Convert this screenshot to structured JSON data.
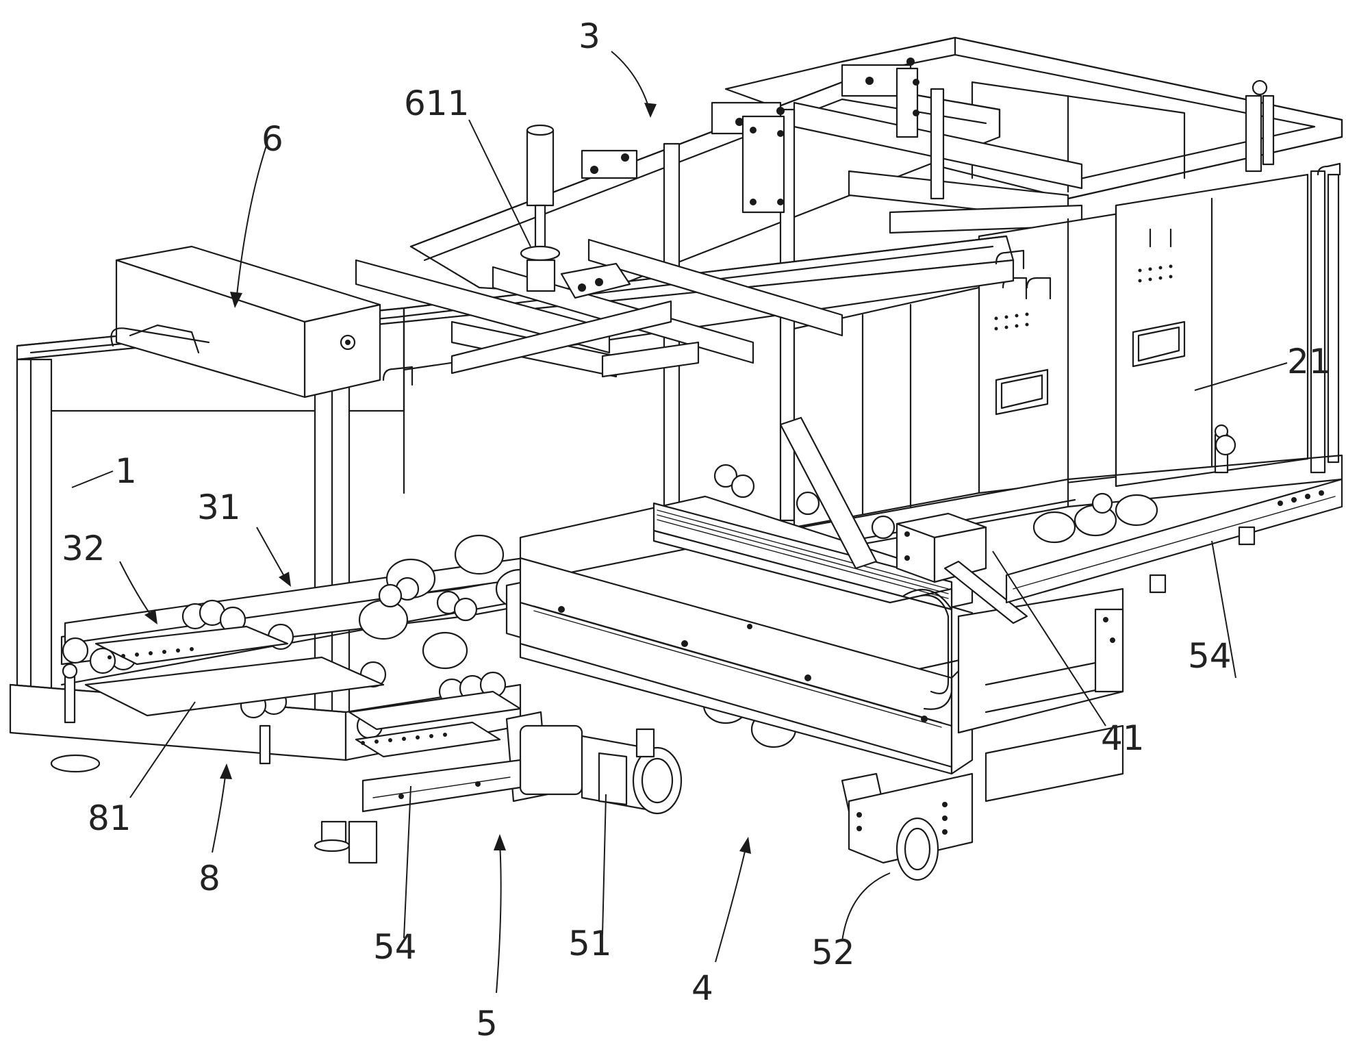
{
  "figure": {
    "labels": [
      {
        "id": "1",
        "text": "1"
      },
      {
        "id": "3",
        "text": "3"
      },
      {
        "id": "4",
        "text": "4"
      },
      {
        "id": "5",
        "text": "5"
      },
      {
        "id": "6",
        "text": "6"
      },
      {
        "id": "8",
        "text": "8"
      },
      {
        "id": "21",
        "text": "21"
      },
      {
        "id": "31",
        "text": "31"
      },
      {
        "id": "32",
        "text": "32"
      },
      {
        "id": "41",
        "text": "41"
      },
      {
        "id": "51",
        "text": "51"
      },
      {
        "id": "52",
        "text": "52"
      },
      {
        "id": "54a",
        "text": "54"
      },
      {
        "id": "54b",
        "text": "54"
      },
      {
        "id": "81",
        "text": "81"
      },
      {
        "id": "611",
        "text": "611"
      }
    ]
  }
}
